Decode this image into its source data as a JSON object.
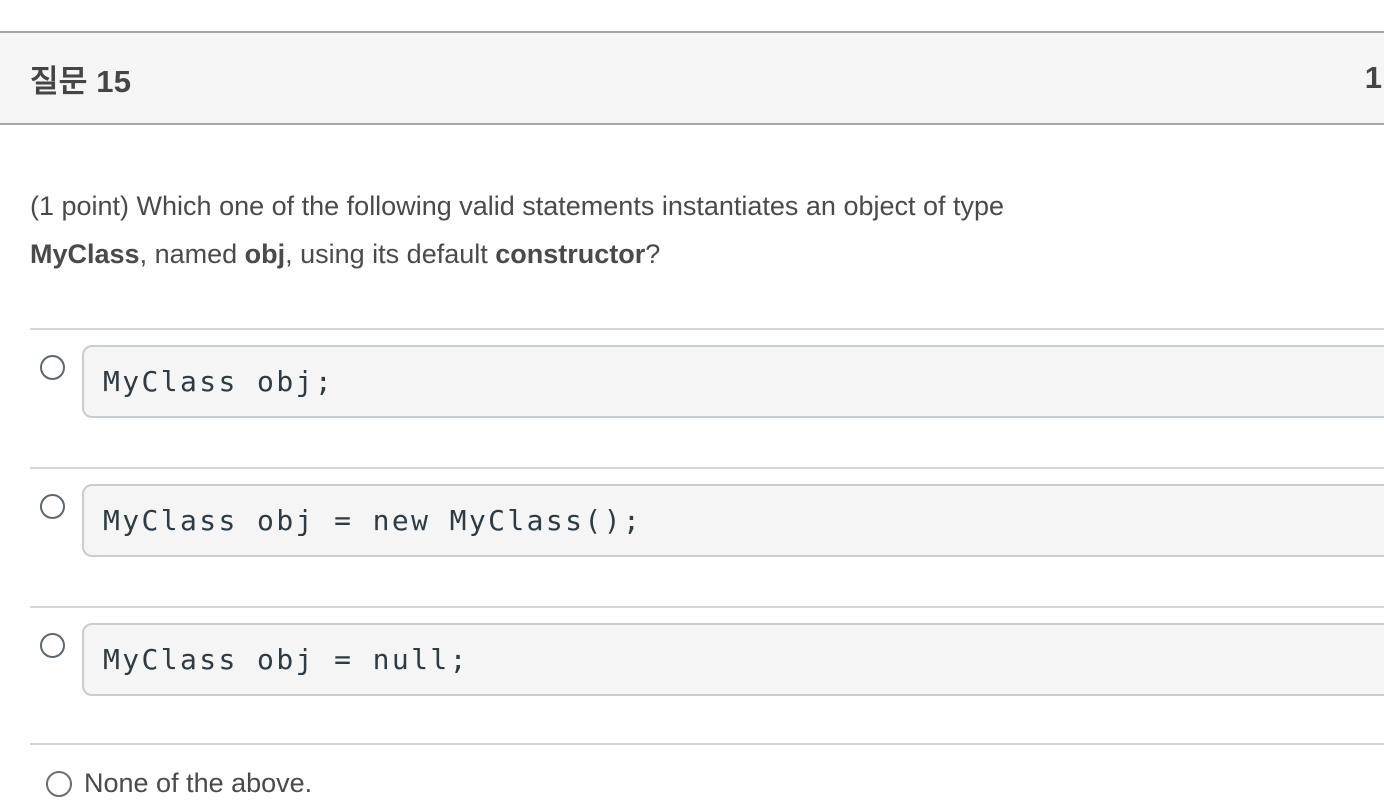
{
  "header": {
    "title": "질문 15",
    "points_fragment": "1"
  },
  "question": {
    "lines": [
      {
        "segments": [
          {
            "text": "(1 point) Which one of the following valid statements instantiates an object of type",
            "bold": false
          }
        ]
      },
      {
        "segments": [
          {
            "text": "MyClass",
            "bold": true
          },
          {
            "text": ", named ",
            "bold": false
          },
          {
            "text": "obj",
            "bold": true
          },
          {
            "text": ", using its default ",
            "bold": false
          },
          {
            "text": "constructor",
            "bold": true
          },
          {
            "text": "?",
            "bold": false
          }
        ]
      }
    ]
  },
  "options": [
    {
      "type": "code",
      "code": "MyClass obj;"
    },
    {
      "type": "code",
      "code": "MyClass obj = new MyClass();"
    },
    {
      "type": "code",
      "code": "MyClass obj = null;"
    },
    {
      "type": "text",
      "label": "None of the above."
    }
  ],
  "colors": {
    "header_bg": "#f5f5f5",
    "header_border": "#a6a6a6",
    "divider": "#d6d6d6",
    "code_box_bg": "#f5f5f5",
    "code_box_border": "#c7cdd1",
    "code_text": "#2d3b45",
    "body_text": "#4a4a4a",
    "radio_border": "#5c666e"
  }
}
